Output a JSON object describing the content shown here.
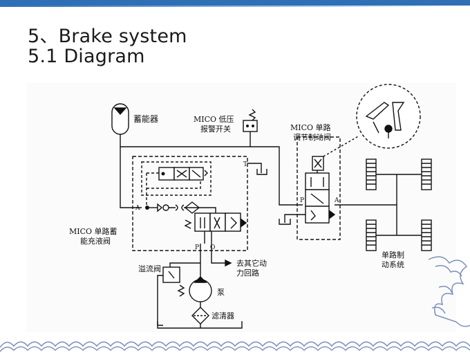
{
  "slide": {
    "title_line1": "5、Brake system",
    "title_line2": "5.1  Diagram"
  },
  "diagram": {
    "accumulator": "蓄能器",
    "low_pressure_switch_l1": "MICO 低压",
    "low_pressure_switch_l2": "报警开关",
    "control_valve_l1": "MICO 单路",
    "control_valve_l2": "调节制动阀",
    "charging_valve_l1": "MICO 单路蓄",
    "charging_valve_l2": "能充液阀",
    "relief_valve": "溢流阀",
    "other_circuit_l1": "去其它动",
    "other_circuit_l2": "力回路",
    "pump": "泵",
    "filter": "滤清器",
    "brake_system_l1": "单路制",
    "brake_system_l2": "动系统",
    "port_t": "T",
    "port_p": "P",
    "port_a": "A",
    "port_o": "O"
  },
  "colors": {
    "header_blue": "#2f6fb5",
    "line": "#111111",
    "deco_blue": "#7c8fb8"
  }
}
